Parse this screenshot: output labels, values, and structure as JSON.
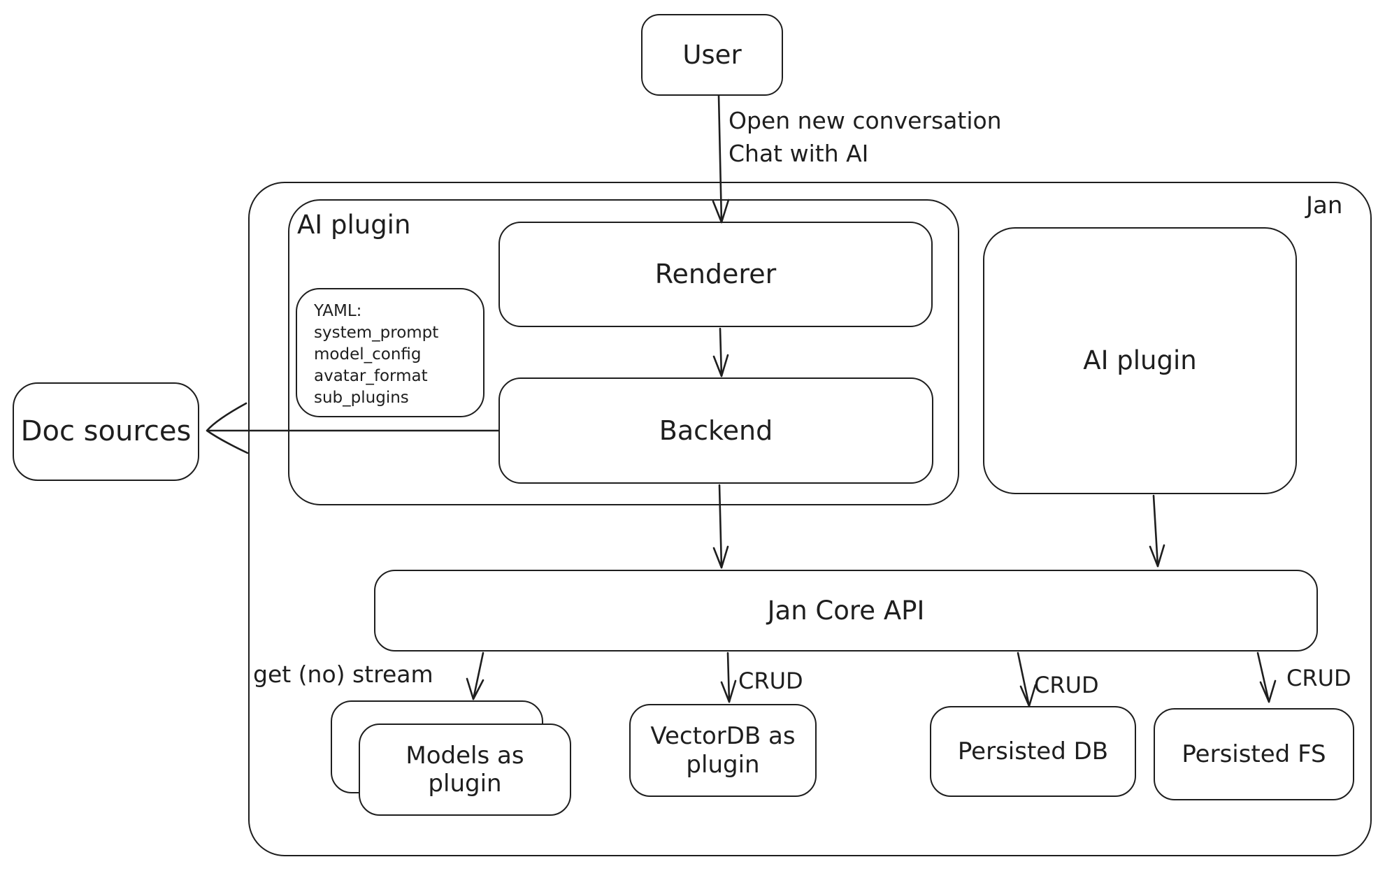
{
  "diagram": {
    "colors": {
      "stroke": "#1e1e1e",
      "background": "#ffffff"
    },
    "user": {
      "label": "User"
    },
    "jan": {
      "label": "Jan"
    },
    "ai_plugin_container": {
      "label": "AI plugin"
    },
    "renderer": {
      "label": "Renderer"
    },
    "backend": {
      "label": "Backend"
    },
    "yaml_note": {
      "lines": [
        "YAML:",
        "system_prompt",
        "model_config",
        "avatar_format",
        "sub_plugins"
      ]
    },
    "ai_plugin_right": {
      "label": "AI plugin"
    },
    "doc_sources": {
      "label": "Doc sources"
    },
    "jan_core_api": {
      "label": "Jan Core API"
    },
    "models_plugin": {
      "label": "Models as\nplugin"
    },
    "vectordb_plugin": {
      "label": "VectorDB as\nplugin"
    },
    "persisted_db": {
      "label": "Persisted DB"
    },
    "persisted_fs": {
      "label": "Persisted FS"
    },
    "edges": {
      "user_to_renderer": {
        "label": "Open new conversation\nChat with AI"
      },
      "core_to_models": {
        "label": "get (no) stream"
      },
      "core_to_vectordb": {
        "label": "CRUD"
      },
      "core_to_persisted_db": {
        "label": "CRUD"
      },
      "core_to_persisted_fs": {
        "label": "CRUD"
      }
    }
  }
}
